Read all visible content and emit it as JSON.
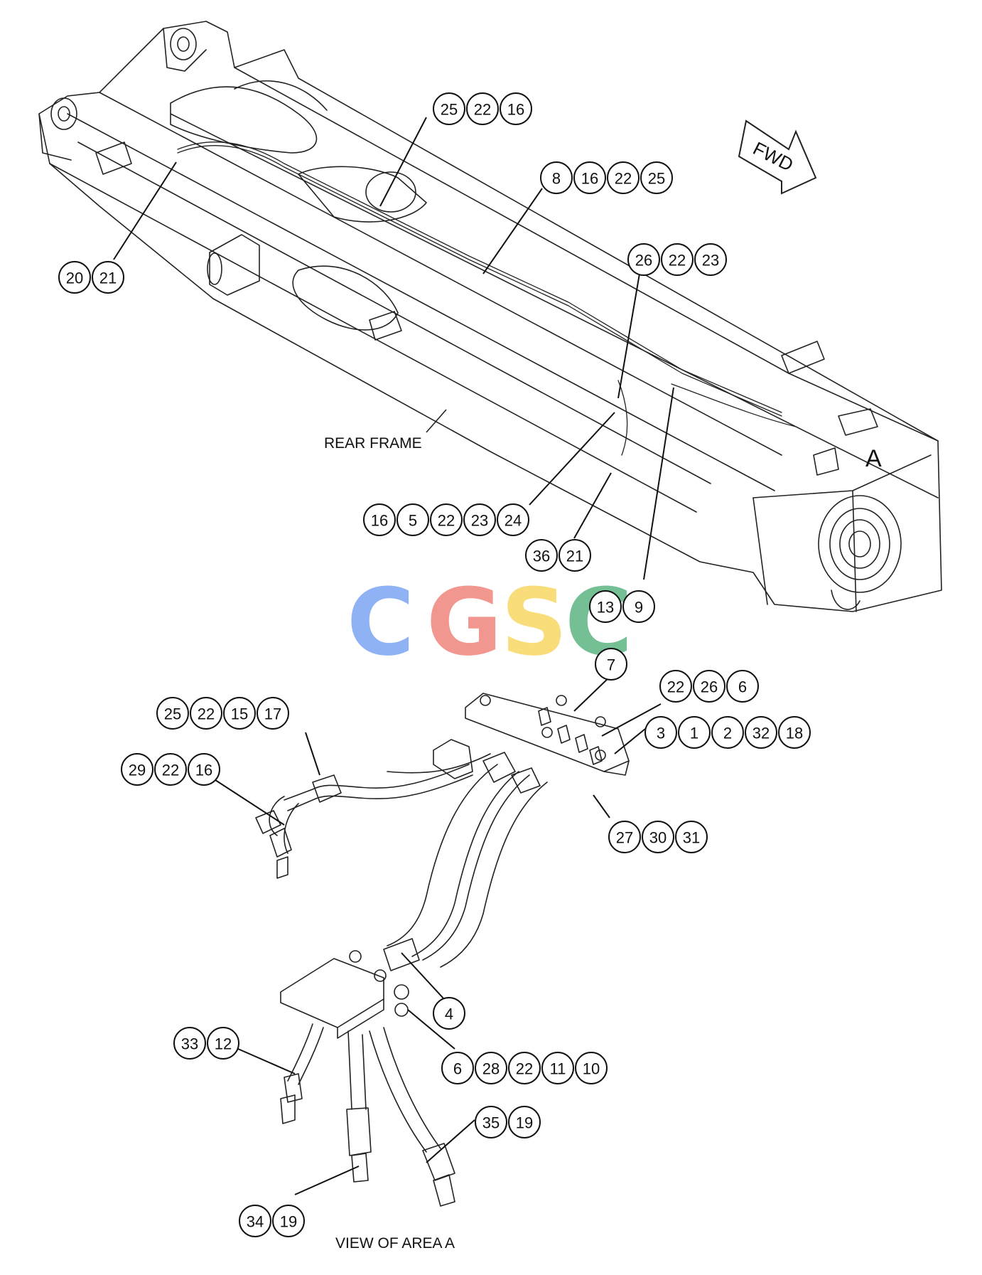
{
  "labels": {
    "rear_frame": "REAR FRAME",
    "view_area": "VIEW OF AREA A",
    "area_marker": "A",
    "fwd": "FWD"
  },
  "watermark": {
    "letters": [
      "C",
      "G",
      "S",
      "C"
    ],
    "colors": [
      "#8aaef5",
      "#f2928a",
      "#f9dc73",
      "#6dbd8f"
    ]
  },
  "callouts": [
    {
      "id": "c-25-22-16-top",
      "numbers": [
        "25",
        "22",
        "16"
      ]
    },
    {
      "id": "c-8-16-22-25",
      "numbers": [
        "8",
        "16",
        "22",
        "25"
      ]
    },
    {
      "id": "c-26-22-23",
      "numbers": [
        "26",
        "22",
        "23"
      ]
    },
    {
      "id": "c-20-21",
      "numbers": [
        "20",
        "21"
      ]
    },
    {
      "id": "c-16-5-22-23-24",
      "numbers": [
        "16",
        "5",
        "22",
        "23",
        "24"
      ]
    },
    {
      "id": "c-36-21",
      "numbers": [
        "36",
        "21"
      ]
    },
    {
      "id": "c-13-9",
      "numbers": [
        "13",
        "9"
      ]
    },
    {
      "id": "c-7",
      "numbers": [
        "7"
      ]
    },
    {
      "id": "c-22-26-6",
      "numbers": [
        "22",
        "26",
        "6"
      ]
    },
    {
      "id": "c-3-1-2-32-18",
      "numbers": [
        "3",
        "1",
        "2",
        "32",
        "18"
      ]
    },
    {
      "id": "c-25-22-15-17",
      "numbers": [
        "25",
        "22",
        "15",
        "17"
      ]
    },
    {
      "id": "c-29-22-16",
      "numbers": [
        "29",
        "22",
        "16"
      ]
    },
    {
      "id": "c-27-30-31",
      "numbers": [
        "27",
        "30",
        "31"
      ]
    },
    {
      "id": "c-4",
      "numbers": [
        "4"
      ]
    },
    {
      "id": "c-6-28-22-11-10",
      "numbers": [
        "6",
        "28",
        "22",
        "11",
        "10"
      ]
    },
    {
      "id": "c-33-12",
      "numbers": [
        "33",
        "12"
      ]
    },
    {
      "id": "c-35-19",
      "numbers": [
        "35",
        "19"
      ]
    },
    {
      "id": "c-34-19",
      "numbers": [
        "34",
        "19"
      ]
    }
  ]
}
